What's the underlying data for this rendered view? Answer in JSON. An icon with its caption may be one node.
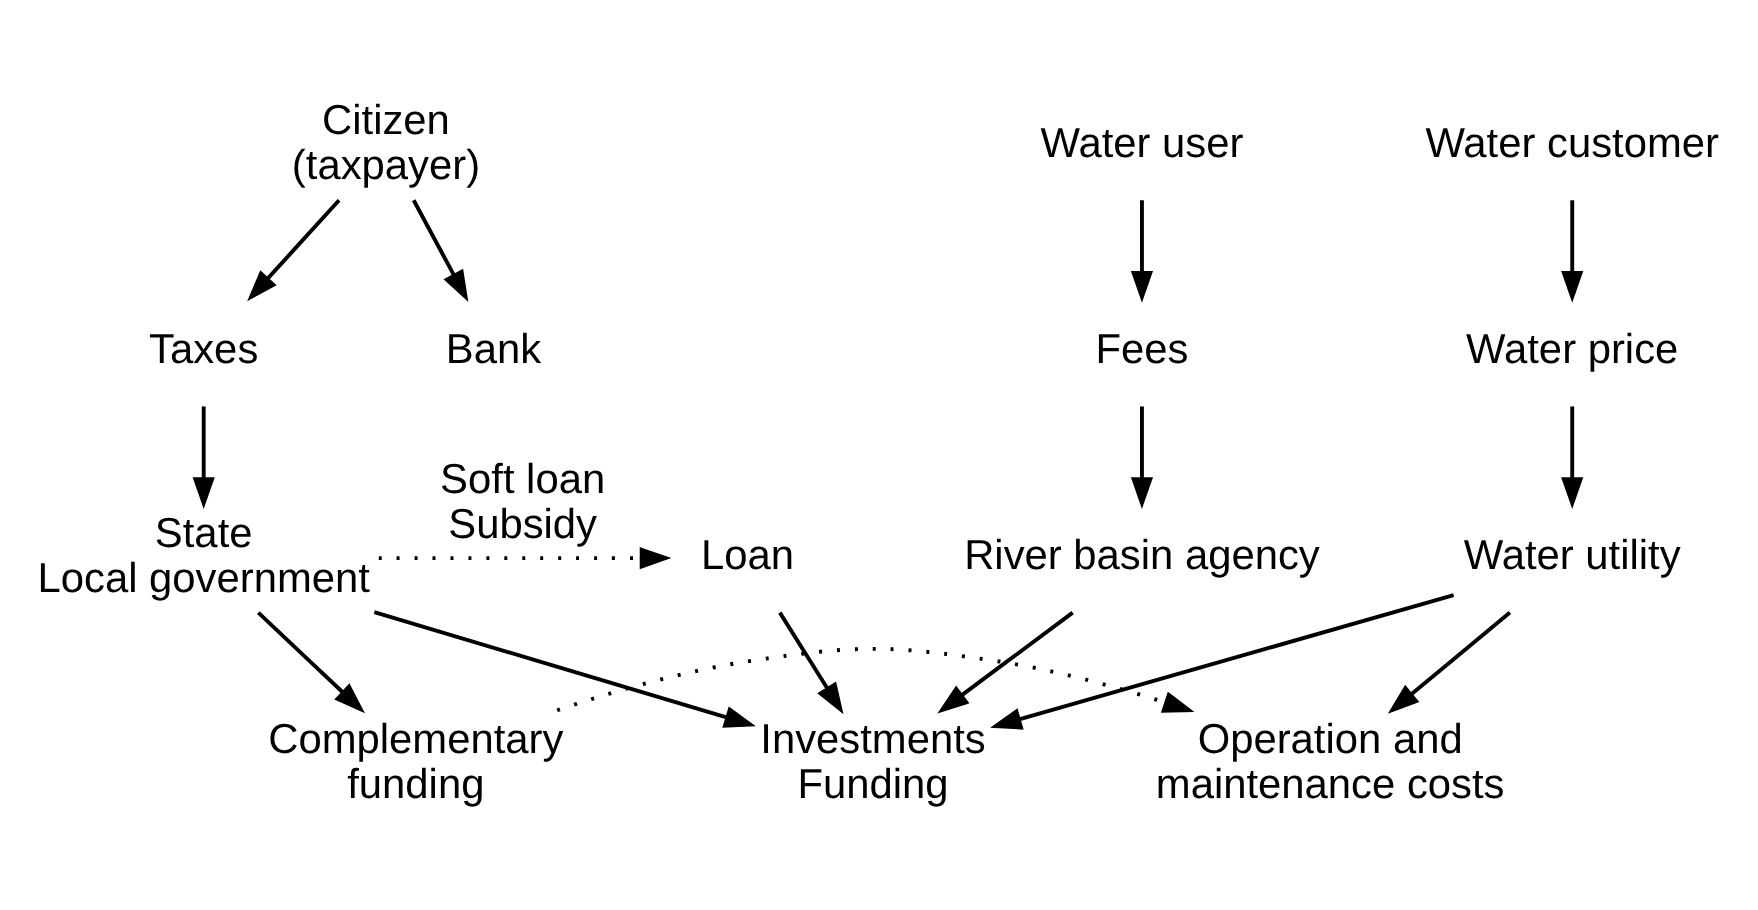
{
  "diagram": {
    "nodes": [
      {
        "text": [
          "Citizen (taxpayer)"
        ]
      },
      {
        "text": [
          "Water user"
        ]
      },
      {
        "text": [
          "Water customer"
        ]
      },
      {
        "text": [
          "Taxes"
        ]
      },
      {
        "text": [
          "Fees"
        ]
      },
      {
        "text": [
          "Bank"
        ]
      },
      {
        "text": [
          "Water price"
        ]
      },
      {
        "text": [
          "River basin agency"
        ]
      },
      {
        "text": [
          "State",
          "Local government"
        ]
      },
      {
        "text": [
          "Loan"
        ]
      },
      {
        "text": [
          "Water utility"
        ]
      },
      {
        "text": [
          "Investments",
          "Funding"
        ]
      },
      {
        "text": [
          "Complementary funding"
        ]
      },
      {
        "text": [
          "Operation and maintenance costs"
        ]
      }
    ],
    "edges": [
      {
        "from": 0,
        "to": 3,
        "arrow": "to"
      },
      {
        "from": 0,
        "to": 5,
        "arrow": "to"
      },
      {
        "from": 1,
        "to": 4,
        "arrow": "to"
      },
      {
        "from": 4,
        "to": 7,
        "arrow": "to"
      },
      {
        "from": 2,
        "to": 6,
        "arrow": "to"
      },
      {
        "from": 6,
        "to": 10,
        "arrow": "to"
      },
      {
        "from": 3,
        "to": 8,
        "arrow": "to"
      },
      {
        "from": 8,
        "to": 9,
        "arrow": "to",
        "label": "Soft loan Subsidy",
        "style": "dashed"
      },
      {
        "from": 7,
        "to": 11,
        "arrow": "to"
      },
      {
        "from": 8,
        "to": 11,
        "arrow": "to"
      },
      {
        "from": 9,
        "to": 11,
        "arrow": "to"
      },
      {
        "from": 10,
        "to": 11,
        "arrow": "to"
      },
      {
        "from": 8,
        "to": 12,
        "arrow": "to"
      },
      {
        "from": 10,
        "to": 13,
        "arrow": "to"
      },
      {
        "from": 12,
        "to": 13,
        "arrow": "to",
        "style": "dashed"
      }
    ]
  }
}
